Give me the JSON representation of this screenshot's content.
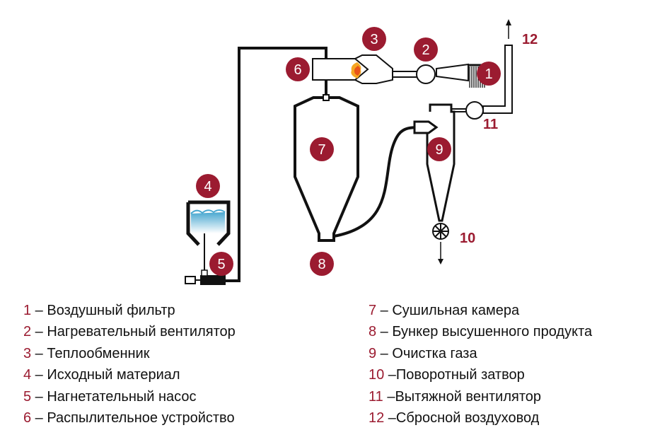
{
  "colors": {
    "accent": "#9b1b30",
    "line": "#111111",
    "flame_outer": "#f5a623",
    "flame_inner": "#e8541a",
    "liquid": "#5fb6d8"
  },
  "diagram": {
    "badges": [
      {
        "id": "1",
        "label": "1"
      },
      {
        "id": "2",
        "label": "2"
      },
      {
        "id": "3",
        "label": "3"
      },
      {
        "id": "4",
        "label": "4"
      },
      {
        "id": "5",
        "label": "5"
      },
      {
        "id": "6",
        "label": "6"
      },
      {
        "id": "7",
        "label": "7"
      },
      {
        "id": "8",
        "label": "8"
      },
      {
        "id": "9",
        "label": "9"
      }
    ],
    "plain_labels": {
      "l10": "10",
      "l11": "11",
      "l12": "12"
    }
  },
  "legend": {
    "left": [
      {
        "num": "1",
        "text": " – Воздушный фильтр"
      },
      {
        "num": "2",
        "text": " – Нагревательный вентилятор"
      },
      {
        "num": "3",
        "text": " – Теплообменник"
      },
      {
        "num": "4",
        "text": " – Исходный материал"
      },
      {
        "num": "5",
        "text": " – Нагнетательный насос"
      },
      {
        "num": "6",
        "text": " – Распылительное устройство"
      }
    ],
    "right": [
      {
        "num": "7",
        "text": " – Сушильная камера"
      },
      {
        "num": "8",
        "text": " – Бункер высушенного продукта"
      },
      {
        "num": "9",
        "text": " – Очистка газа"
      },
      {
        "num": "10",
        "text": " –Поворотный затвор"
      },
      {
        "num": "11",
        "text": " –Вытяжной вентилятор"
      },
      {
        "num": "12",
        "text": " –Сбросной воздуховод"
      }
    ]
  }
}
